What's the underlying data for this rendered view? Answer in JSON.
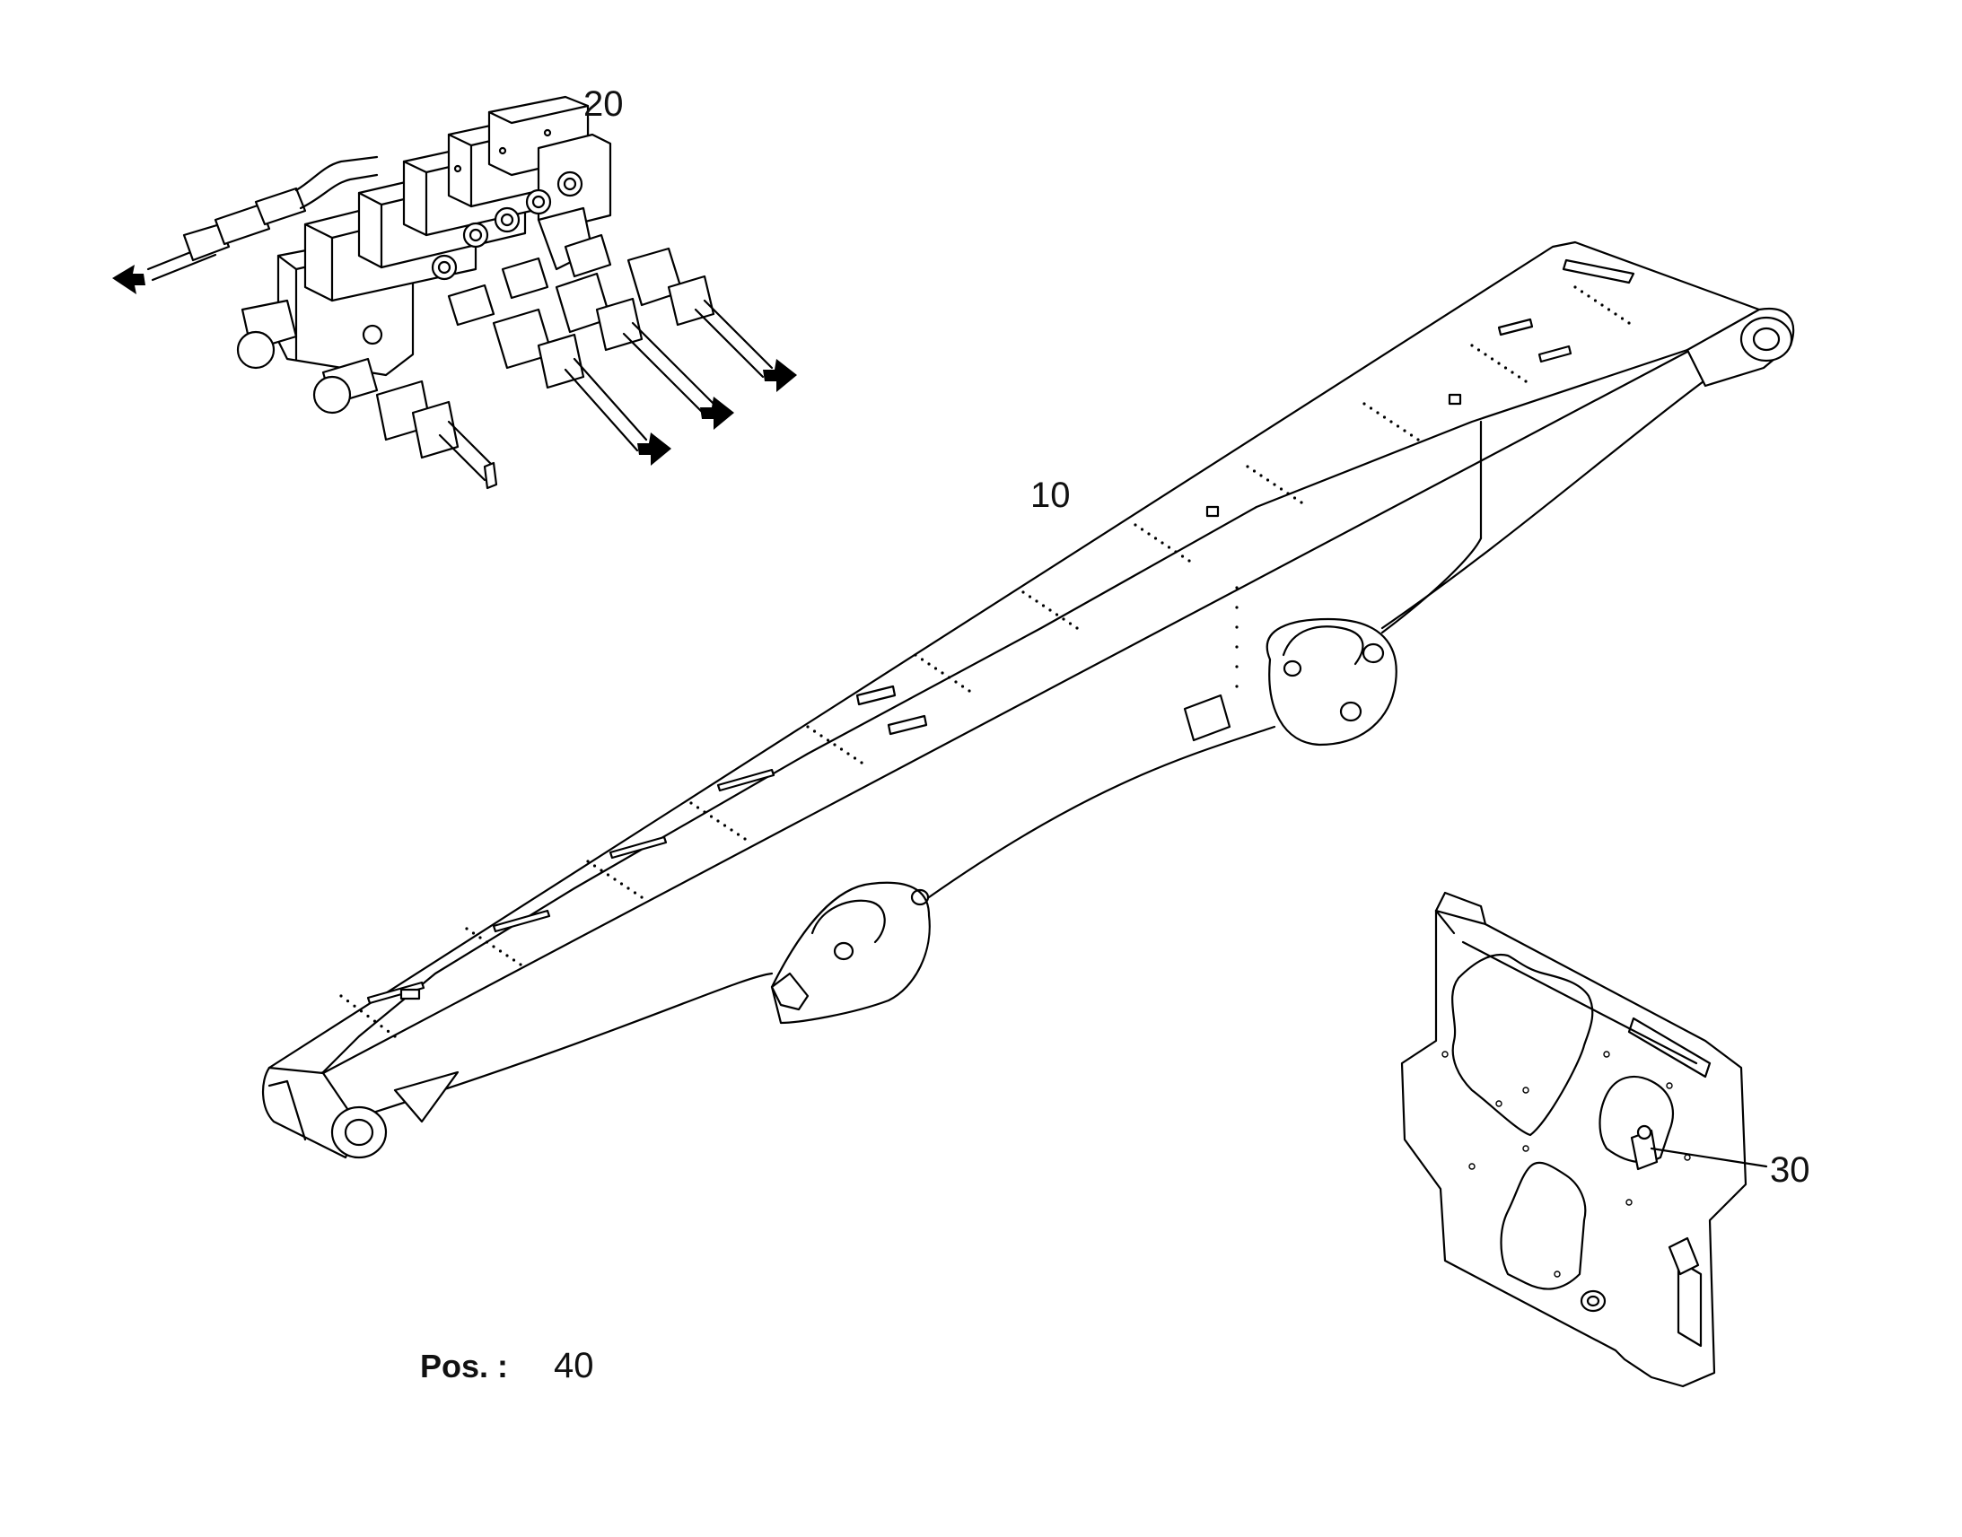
{
  "callouts": {
    "c10": "10",
    "c20": "20",
    "c30": "30"
  },
  "position": {
    "label": "Pos. :",
    "value": "40"
  },
  "colors": {
    "line": "#000000",
    "background": "#ffffff"
  }
}
